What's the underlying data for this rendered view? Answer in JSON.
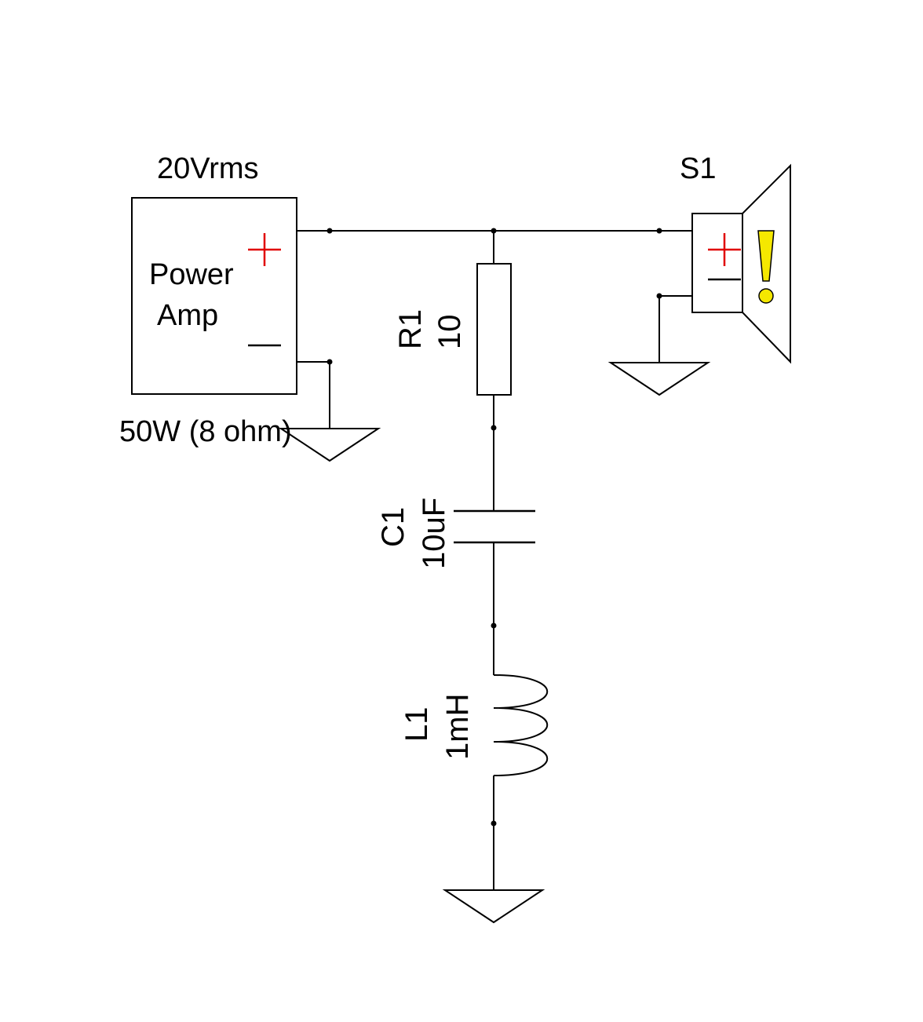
{
  "amplifier": {
    "voltage_label": "20Vrms",
    "name_line1": "Power",
    "name_line2": "Amp",
    "power_label": "50W (8 ohm)",
    "plus_symbol": "+",
    "minus_symbol": "—"
  },
  "resistor": {
    "ref": "R1",
    "value": "10"
  },
  "capacitor": {
    "ref": "C1",
    "value": "10uF"
  },
  "inductor": {
    "ref": "L1",
    "value": "1mH"
  },
  "speaker": {
    "ref": "S1",
    "plus_symbol": "+",
    "minus_symbol": "—",
    "warning_symbol": "!"
  },
  "colors": {
    "wire": "#000000",
    "polarity_plus": "#e00000",
    "warning": "#f5e800",
    "background": "#ffffff"
  }
}
